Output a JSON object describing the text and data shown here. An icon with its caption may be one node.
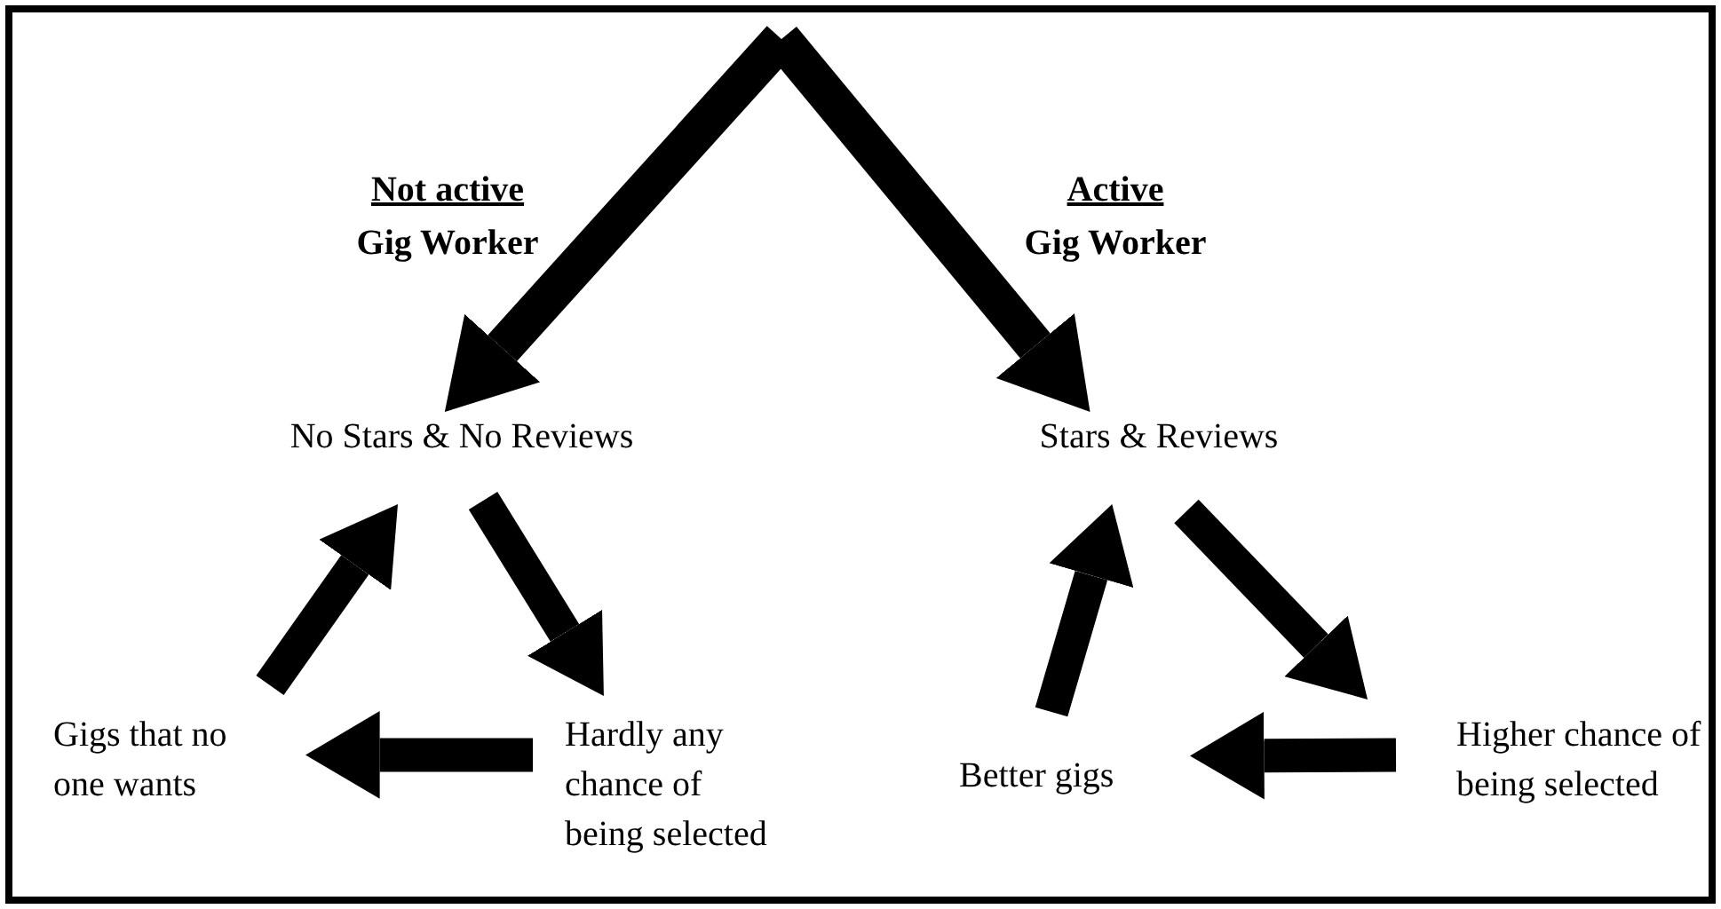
{
  "diagram": {
    "nodes": [
      {
        "text": [
          "No Stars & No Reviews"
        ]
      },
      {
        "text": [
          "Hardly any chance of being selected"
        ]
      },
      {
        "text": [
          "Gigs that no one wants"
        ]
      },
      {
        "text": [
          "Stars & Reviews"
        ]
      },
      {
        "text": [
          "Higher chance of being selected"
        ]
      },
      {
        "text": [
          "Better gigs"
        ]
      }
    ],
    "edges": [
      {
        "from": null,
        "to": 0,
        "arrow": "to"
      },
      {
        "from": null,
        "to": 3,
        "arrow": "to"
      },
      {
        "from": 0,
        "to": 1,
        "arrow": "to"
      },
      {
        "from": 1,
        "to": 2,
        "arrow": "to"
      },
      {
        "from": 2,
        "to": 0,
        "arrow": "to"
      },
      {
        "from": 3,
        "to": 4,
        "arrow": "to"
      },
      {
        "from": 4,
        "to": 5,
        "arrow": "to"
      },
      {
        "from": 5,
        "to": 3,
        "arrow": "to"
      }
    ],
    "labels": [
      "Not active",
      "Gig Worker",
      "Active",
      "Gig Worker"
    ]
  }
}
